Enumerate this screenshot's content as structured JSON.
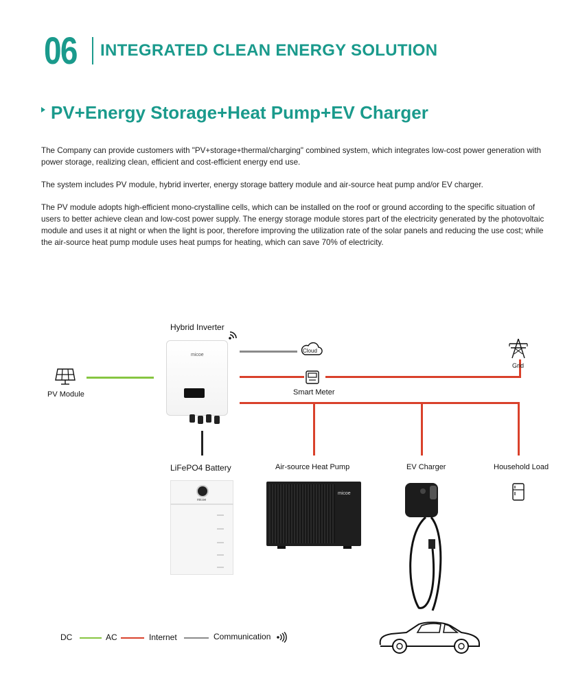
{
  "header": {
    "section_number": "06",
    "section_title": "INTEGRATED CLEAN ENERGY SOLUTION",
    "subtitle": "PV+Energy Storage+Heat Pump+EV Charger"
  },
  "paragraphs": [
    "The Company can provide customers with \"PV+storage+thermal/charging\" combined system, which integrates low-cost power generation with power storage, realizing clean, efficient and cost-efficient energy end use.",
    "The system includes PV module, hybrid inverter, energy storage battery module and air-source heat pump and/or EV charger.",
    "The PV module adopts high-efficient mono-crystalline cells, which can be installed on the roof or ground according to the specific situation of users to better achieve clean and low-cost power supply. The energy storage module stores part of the electricity generated by the photovoltaic module and uses it at night or when the light is poor, therefore improving the utilization rate of the solar panels and reducing the use cost; while the air-source heat pump module uses heat pumps for heating, which can save 70% of electricity."
  ],
  "diagram": {
    "hybrid_inverter": "Hybrid Inverter",
    "pv_module": "PV Module",
    "cloud": "Cloud",
    "smart_meter": "Smart Meter",
    "grid": "Grid",
    "battery": "LiFePO4 Battery",
    "heat_pump": "Air-source Heat Pump",
    "ev_charger": "EV Charger",
    "household_load": "Household Load",
    "brand": "micoe"
  },
  "legend": {
    "dc": "DC",
    "ac": "AC",
    "internet": "Internet",
    "communication": "Communication"
  },
  "colors": {
    "accent": "#1a9a8c",
    "dc": "#86c540",
    "ac": "#d9412b",
    "communication": "#8a8a8a",
    "internet": "#222222"
  },
  "icons": [
    "solar-panel-icon",
    "wifi-icon",
    "cloud-icon",
    "meter-icon",
    "pylon-icon",
    "fridge-icon",
    "car-icon",
    "signal-icon"
  ]
}
